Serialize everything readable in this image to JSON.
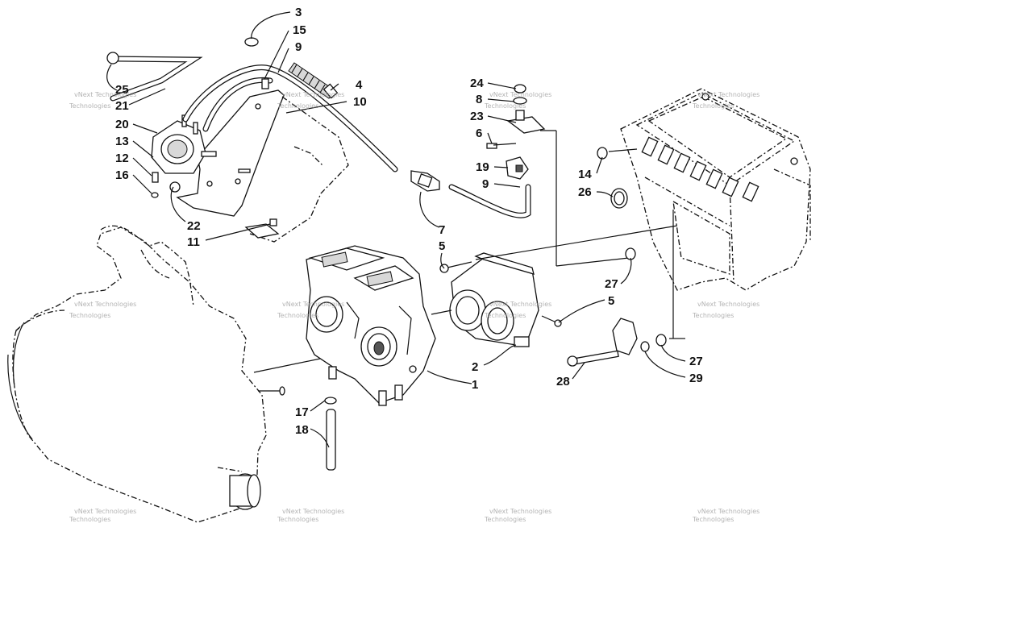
{
  "diagram": {
    "callouts": [
      {
        "id": "c3",
        "label": "3"
      },
      {
        "id": "c15",
        "label": "15"
      },
      {
        "id": "c9a",
        "label": "9"
      },
      {
        "id": "c4",
        "label": "4"
      },
      {
        "id": "c10",
        "label": "10"
      },
      {
        "id": "c25",
        "label": "25"
      },
      {
        "id": "c21",
        "label": "21"
      },
      {
        "id": "c20",
        "label": "20"
      },
      {
        "id": "c13",
        "label": "13"
      },
      {
        "id": "c12",
        "label": "12"
      },
      {
        "id": "c16",
        "label": "16"
      },
      {
        "id": "c22",
        "label": "22"
      },
      {
        "id": "c11",
        "label": "11"
      },
      {
        "id": "c24",
        "label": "24"
      },
      {
        "id": "c8",
        "label": "8"
      },
      {
        "id": "c23",
        "label": "23"
      },
      {
        "id": "c6",
        "label": "6"
      },
      {
        "id": "c19",
        "label": "19"
      },
      {
        "id": "c9b",
        "label": "9"
      },
      {
        "id": "c7",
        "label": "7"
      },
      {
        "id": "c5a",
        "label": "5"
      },
      {
        "id": "c14",
        "label": "14"
      },
      {
        "id": "c26",
        "label": "26"
      },
      {
        "id": "c27a",
        "label": "27"
      },
      {
        "id": "c5b",
        "label": "5"
      },
      {
        "id": "c2",
        "label": "2"
      },
      {
        "id": "c1",
        "label": "1"
      },
      {
        "id": "c27b",
        "label": "27"
      },
      {
        "id": "c28",
        "label": "28"
      },
      {
        "id": "c29",
        "label": "29"
      },
      {
        "id": "c17",
        "label": "17"
      },
      {
        "id": "c18",
        "label": "18"
      }
    ],
    "watermark": {
      "line1": "vNext Technologies",
      "line2": "Technologies"
    }
  }
}
